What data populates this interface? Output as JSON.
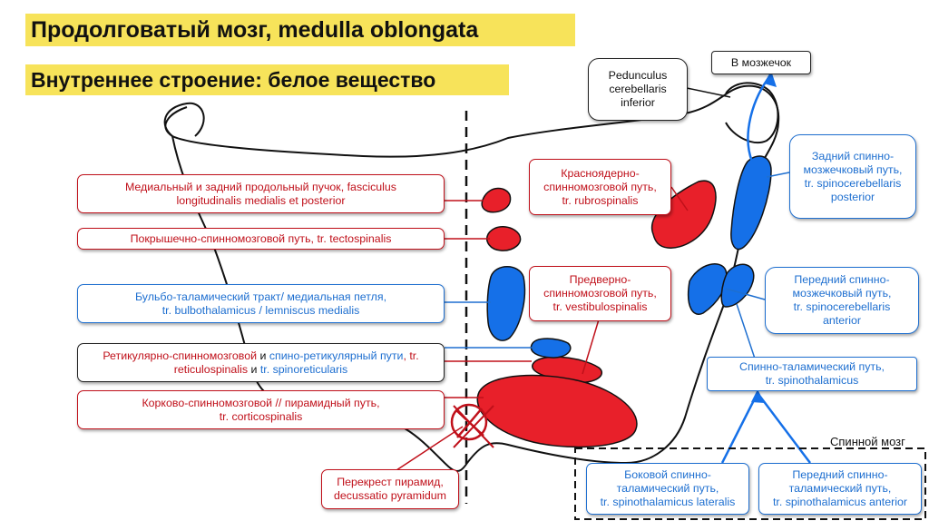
{
  "title": "Продолговатый мозг, medulla oblongata",
  "subtitle": "Внутреннее строение: белое вещество",
  "to_cerebellum": "В мозжечок",
  "peduncle": [
    "Pedunculus",
    "cerebellaris",
    "inferior"
  ],
  "spinal_cord": "Спинной мозг",
  "left_labels": [
    {
      "line1": "Медиальный и задний продольный пучок, fasciculus",
      "line2": "longitudinalis medialis et posterior"
    },
    {
      "line1": "Покрышечно-спинномозговой путь, tr. tectospinalis"
    },
    {
      "line1": "Бульбо-таламический тракт/ медиальная петля,",
      "line2": "tr. bulbothalamicus / lemniscus medialis"
    },
    {
      "line1a": "Ретикулярно-спинномозговой",
      "line1b": " и ",
      "line1c": "спино-ретикулярный пути",
      "line1d": ", tr.",
      "line2a": "reticulospinalis",
      "line2b": " и ",
      "line2c": "tr. spinoreticularis"
    },
    {
      "line1": "Корково-спинномозговой // пирамидный путь,",
      "line2": "tr. corticospinalis"
    }
  ],
  "center_labels": [
    {
      "lines": [
        "Красноядерно-",
        "спинномозговой путь,",
        "tr. rubrospinalis"
      ]
    },
    {
      "lines": [
        "Предверно-",
        "спинномозговой путь,",
        "tr. vestibulospinalis"
      ]
    },
    {
      "lines": [
        "Перекрест пирамид,",
        "decussatio pyramidum"
      ]
    }
  ],
  "right_labels": [
    {
      "lines": [
        "Задний спинно-",
        "мозжечковый путь,",
        "tr. spinocerebellaris",
        "posterior"
      ]
    },
    {
      "lines": [
        "Передний спинно-",
        "мозжечковый путь,",
        "tr. spinocerebellaris",
        "anterior"
      ]
    },
    {
      "lines": [
        "Спинно-таламический путь,",
        "tr. spinothalamicus"
      ]
    },
    {
      "lines": [
        "Боковой спинно-",
        "таламический путь,",
        "tr. spinothalamicus lateralis"
      ]
    },
    {
      "lines": [
        "Передний спинно-",
        "таламический путь,",
        "tr. spinothalamicus anterior"
      ]
    }
  ],
  "colors": {
    "red": "#e8202a",
    "blue": "#1570e8",
    "title_bg": "#f7e35a"
  }
}
